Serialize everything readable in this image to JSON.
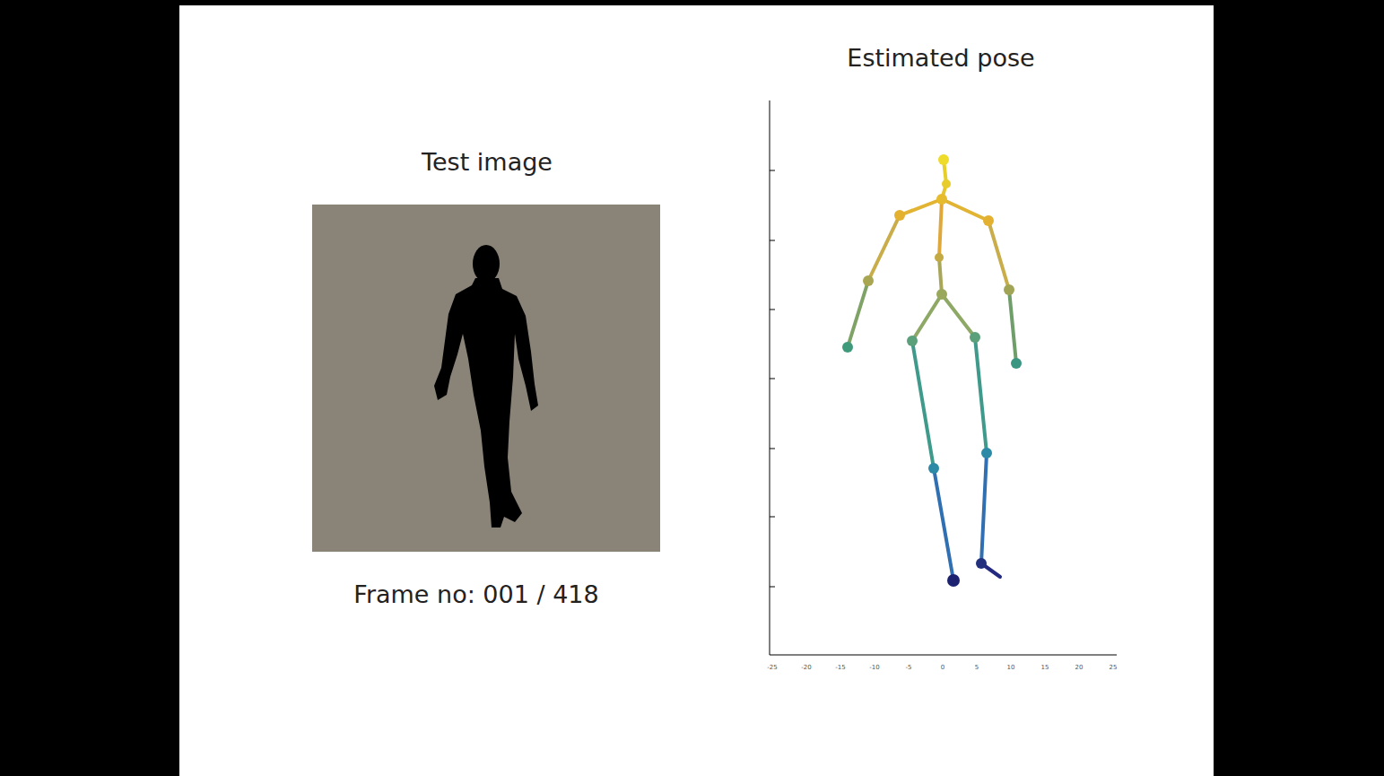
{
  "diagram": {
    "labels": [
      "Test image",
      "Frame no: 001 / 418",
      "Estimated pose",
      "-25",
      "-20",
      "-15",
      "-10",
      "-5",
      "0",
      "5",
      "10",
      "15",
      "20",
      "25"
    ]
  }
}
